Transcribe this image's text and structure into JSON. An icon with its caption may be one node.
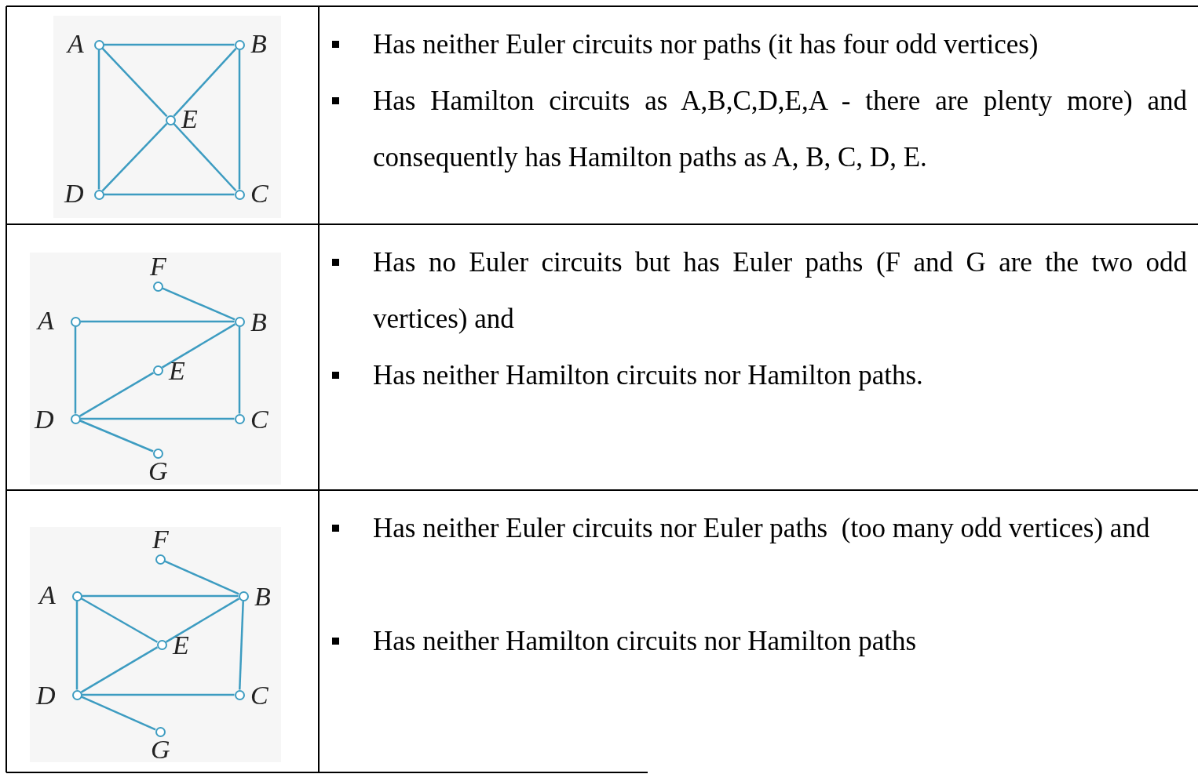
{
  "diagram": {
    "nodes": [
      {
        "text": [],
        "shape": "circle",
        "beside": [
          "A"
        ]
      },
      {
        "text": [],
        "shape": "circle",
        "beside": [
          "B"
        ]
      },
      {
        "text": [],
        "shape": "circle",
        "beside": [
          "E"
        ]
      },
      {
        "text": [],
        "shape": "circle",
        "beside": [
          "D"
        ]
      },
      {
        "text": [],
        "shape": "circle",
        "beside": [
          "C"
        ]
      },
      {
        "text": [],
        "shape": "circle",
        "beside": [
          "F"
        ]
      },
      {
        "text": [],
        "shape": "circle",
        "beside": [
          "A"
        ]
      },
      {
        "text": [],
        "shape": "circle",
        "beside": [
          "B"
        ]
      },
      {
        "text": [],
        "shape": "circle",
        "beside": [
          "E"
        ]
      },
      {
        "text": [],
        "shape": "circle",
        "beside": [
          "D"
        ]
      },
      {
        "text": [],
        "shape": "circle",
        "beside": [
          "C"
        ]
      },
      {
        "text": [],
        "shape": "circle",
        "beside": [
          "G"
        ]
      },
      {
        "text": [],
        "shape": "circle",
        "beside": [
          "F"
        ]
      },
      {
        "text": [],
        "shape": "circle",
        "beside": [
          "A"
        ]
      },
      {
        "text": [],
        "shape": "circle",
        "beside": [
          "B"
        ]
      },
      {
        "text": [],
        "shape": "circle",
        "beside": [
          "E"
        ]
      },
      {
        "text": [],
        "shape": "circle",
        "beside": [
          "D"
        ]
      },
      {
        "text": [],
        "shape": "circle",
        "beside": [
          "C"
        ]
      },
      {
        "text": [],
        "shape": "circle",
        "beside": [
          "G"
        ]
      }
    ],
    "edges": [
      {
        "from": 0,
        "to": 1,
        "arrow": "none"
      },
      {
        "from": 1,
        "to": 4,
        "arrow": "none"
      },
      {
        "from": 4,
        "to": 3,
        "arrow": "none"
      },
      {
        "from": 3,
        "to": 0,
        "arrow": "none"
      },
      {
        "from": 0,
        "to": 2,
        "arrow": "none"
      },
      {
        "from": 2,
        "to": 4,
        "arrow": "none"
      },
      {
        "from": 1,
        "to": 2,
        "arrow": "none"
      },
      {
        "from": 2,
        "to": 3,
        "arrow": "none"
      },
      {
        "from": 5,
        "to": 7,
        "arrow": "none"
      },
      {
        "from": 6,
        "to": 7,
        "arrow": "none"
      },
      {
        "from": 6,
        "to": 9,
        "arrow": "none"
      },
      {
        "from": 9,
        "to": 8,
        "arrow": "none"
      },
      {
        "from": 8,
        "to": 7,
        "arrow": "none"
      },
      {
        "from": 7,
        "to": 10,
        "arrow": "none"
      },
      {
        "from": 9,
        "to": 10,
        "arrow": "none"
      },
      {
        "from": 9,
        "to": 11,
        "arrow": "none"
      },
      {
        "from": 12,
        "to": 14,
        "arrow": "none"
      },
      {
        "from": 13,
        "to": 14,
        "arrow": "none"
      },
      {
        "from": 13,
        "to": 16,
        "arrow": "none"
      },
      {
        "from": 13,
        "to": 15,
        "arrow": "none"
      },
      {
        "from": 15,
        "to": 14,
        "arrow": "none"
      },
      {
        "from": 16,
        "to": 15,
        "arrow": "none"
      },
      {
        "from": 14,
        "to": 17,
        "arrow": "none"
      },
      {
        "from": 16,
        "to": 17,
        "arrow": "none"
      },
      {
        "from": 16,
        "to": 18,
        "arrow": "none"
      }
    ],
    "labels": [
      "Has neither Euler circuits nor paths (it has four odd vertices)",
      "Has Hamilton circuits as A,B,C,D,E,A - there are plenty more) and consequently has Hamilton paths as A, B, C, D, E.",
      "Has no Euler circuits but has Euler paths (F and G are the two odd vertices) and",
      "Has neither Hamilton circuits nor Hamilton paths.",
      "Has neither Euler circuits nor Euler paths  (too many odd vertices) and",
      "Has neither Hamilton circuits nor Hamilton paths"
    ]
  }
}
